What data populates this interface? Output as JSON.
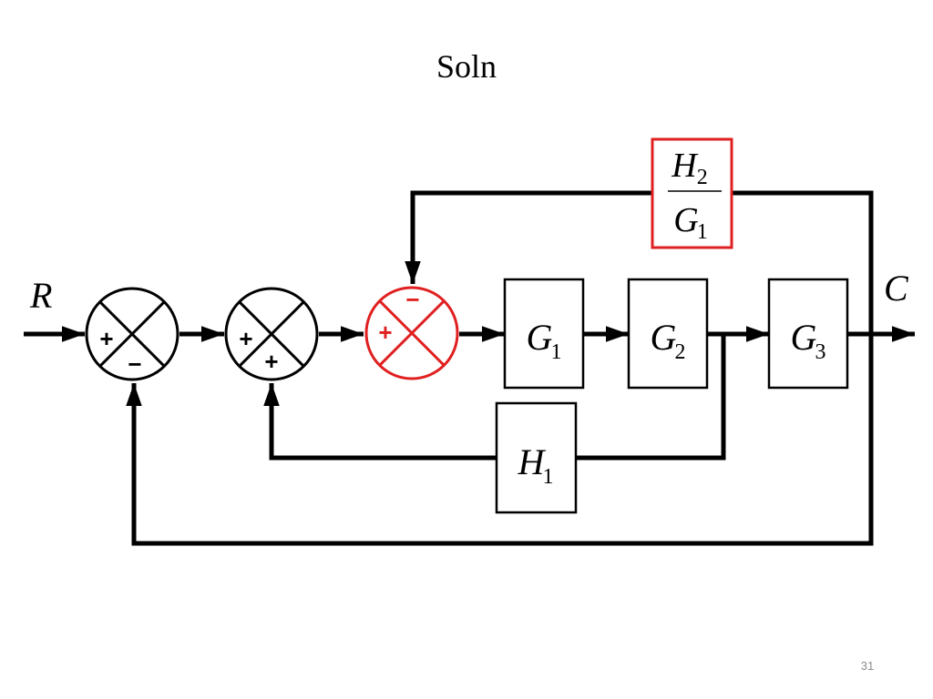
{
  "slide": {
    "title": "Soln",
    "page_number": "31"
  },
  "signals": {
    "input": "R",
    "output": "C"
  },
  "blocks": {
    "g1": {
      "symbol": "G",
      "subscript": "1"
    },
    "g2": {
      "symbol": "G",
      "subscript": "2"
    },
    "g3": {
      "symbol": "G",
      "subscript": "3"
    },
    "h1": {
      "symbol": "H",
      "subscript": "1"
    },
    "h2_over_g1": {
      "numerator": {
        "symbol": "H",
        "subscript": "2"
      },
      "denominator": {
        "symbol": "G",
        "subscript": "1"
      }
    }
  },
  "summing_junctions": {
    "first": {
      "left_sign": "+",
      "bottom_sign": "−"
    },
    "second": {
      "left_sign": "+",
      "bottom_sign": "+"
    },
    "third": {
      "left_sign": "+",
      "top_sign": "−"
    }
  },
  "colors": {
    "line": "#000000",
    "highlight": "#e02020",
    "page_number": "#8c8c8c"
  }
}
